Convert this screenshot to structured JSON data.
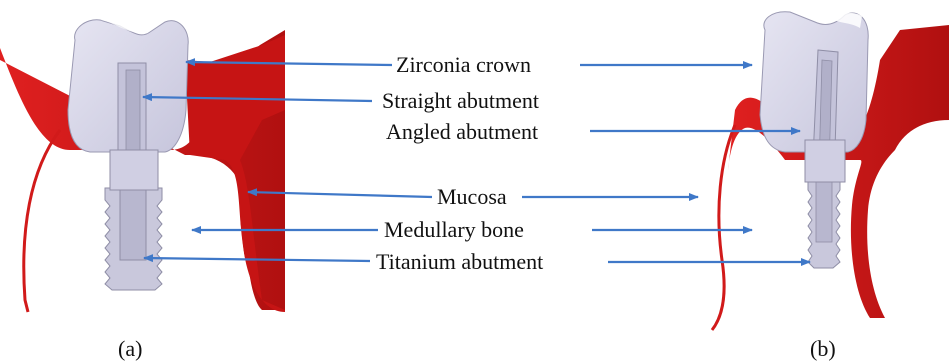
{
  "labels": {
    "zirconia_crown": "Zirconia crown",
    "straight_abutment": "Straight abutment",
    "angled_abutment": "Angled abutment",
    "mucosa": "Mucosa",
    "medullary_bone": "Medullary bone",
    "titanium_abutment": "Titanium abutment"
  },
  "captions": {
    "left": "(a)",
    "right": "(b)"
  },
  "colors": {
    "mucosa_red": "#d11a1a",
    "mucosa_dark": "#a00f0f",
    "crown": "#d7d6e8",
    "implant": "#c9c8dc",
    "arrow_blue": "#3f78c8"
  }
}
